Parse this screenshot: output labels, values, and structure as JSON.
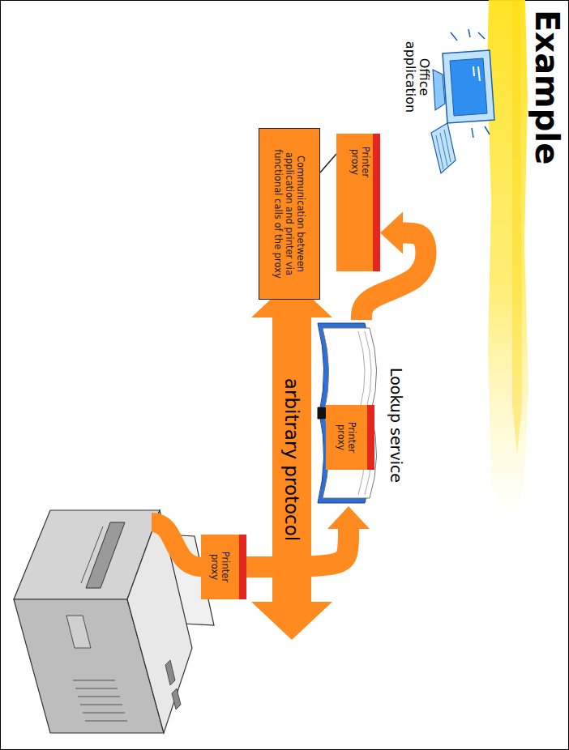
{
  "diagram": {
    "title": "Example",
    "nodes": [
      {
        "text": [
          "Lookup service"
        ]
      },
      {
        "text": [
          "Printer proxy"
        ],
        "in": 0
      },
      {
        "text": [
          "Printer proxy"
        ]
      },
      {
        "text": [
          "Communication between application and printer via functional calls of the proxy"
        ]
      },
      {
        "text": [
          "Printer proxy"
        ]
      }
    ],
    "edges": [
      {
        "from": 0,
        "to": 2,
        "arrow": "to"
      },
      {
        "from": 4,
        "to": 0,
        "arrow": "to"
      },
      {
        "from": 3,
        "to": 2,
        "arrow": "none"
      }
    ],
    "labels": [
      "Office application",
      "arbitrary protocol"
    ]
  }
}
